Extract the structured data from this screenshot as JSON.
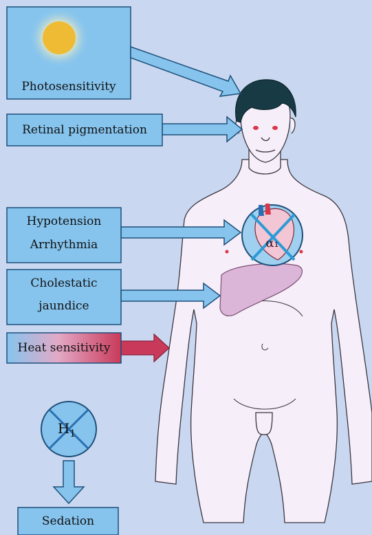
{
  "labels": {
    "photosensitivity": "Photosensitivity",
    "retinal_pigmentation": "Retinal pigmentation",
    "hypotension": "Hypotension",
    "arrhythmia": "Arrhythmia",
    "cholestatic": "Cholestatic",
    "jaundice": "jaundice",
    "heat_sensitivity": "Heat sensitivity",
    "sedation": "Sedation",
    "h1_receptor": "H",
    "h1_subscript": "1",
    "alpha1_receptor": "α₁"
  },
  "colors": {
    "background": "#c9d8f0",
    "box_fill": "#86c4ee",
    "box_stroke": "#1e4f7a",
    "skin": "#f6eef8",
    "hair": "#173a45",
    "liver": "#dcb6d8",
    "heart_red": "#d9364a",
    "heat_arrow": "#c93a5a",
    "cross": "#2a9bd6"
  }
}
